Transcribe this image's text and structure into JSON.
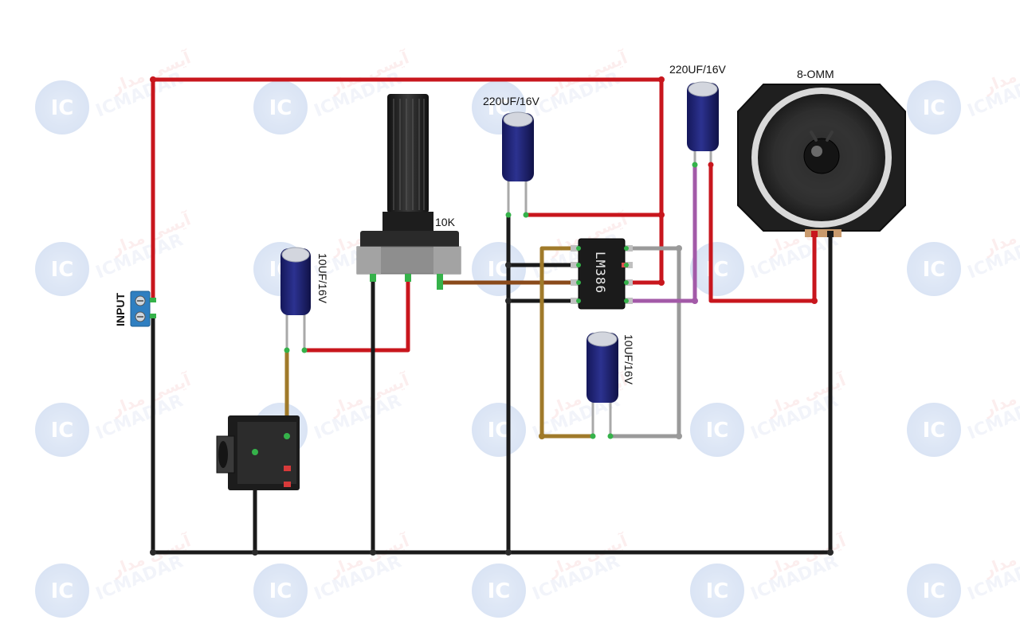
{
  "labels": {
    "input": "INPUT",
    "pot": "10K",
    "cap_c1": "10UF/16V",
    "cap_c2": "220UF/16V",
    "cap_c3": "220UF/16V",
    "cap_c4": "10UF/16V",
    "ic": "LM386",
    "speaker": "8-OMM"
  },
  "watermark": {
    "logo": "IC",
    "brand": "ICMADAR",
    "brand_fa": "آیسی مدار"
  },
  "colors": {
    "wire_red": "#c8161d",
    "wire_black": "#1a1a1a",
    "wire_brown": "#8a4a1a",
    "wire_gold": "#a07a2a",
    "wire_gray": "#9a9a9a",
    "wire_purple": "#a35aa8",
    "terminal_block": "#2f7fc1",
    "capacitor_body": "#1c1f6b",
    "pin_green": "#35b24a"
  }
}
